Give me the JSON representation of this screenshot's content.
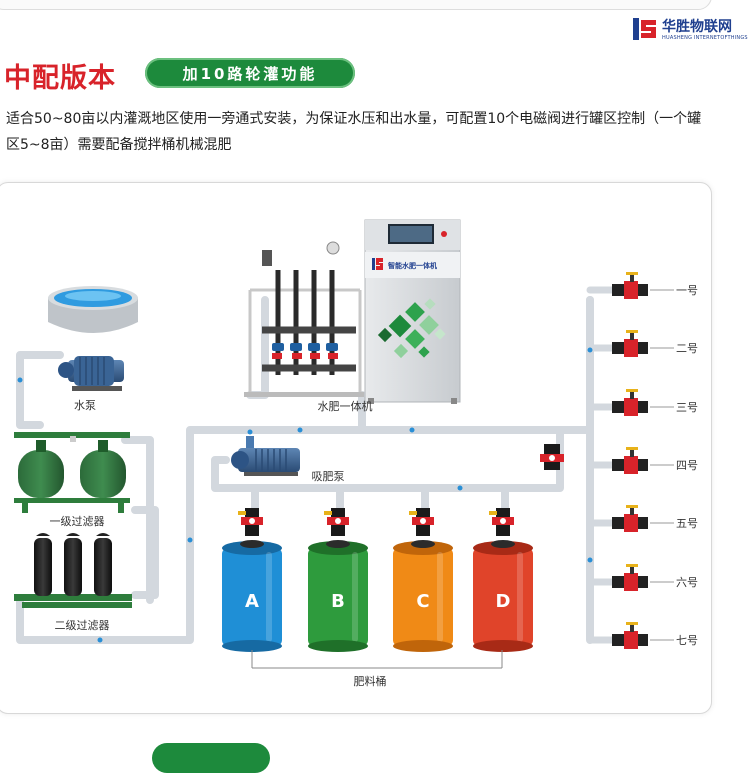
{
  "header": {
    "logo_cn": "华胜物联网",
    "logo_en": "HUASHENG INTERNETOFTHINGS",
    "title": "中配版本",
    "badge": "加10路轮灌功能",
    "description": "适合50~80亩以内灌溉地区使用一旁通式安装，为保证水压和出水量，可配置10个电磁阀进行罐区控制（一个罐区5~8亩）需要配备搅拌桶机械混肥"
  },
  "diagram": {
    "labels": {
      "pump": "水泵",
      "machine": "水肥一体机",
      "fert_pump": "吸肥泵",
      "filter1": "一级过滤器",
      "filter2": "二级过滤器",
      "buckets": "肥料桶"
    },
    "machine_brand": "智能水肥一体机",
    "tanks": [
      {
        "letter": "A",
        "color": "#1f8fd6",
        "dark": "#166aa3"
      },
      {
        "letter": "B",
        "color": "#2e9b3d",
        "dark": "#1f7029"
      },
      {
        "letter": "C",
        "color": "#f08a16",
        "dark": "#c0650a"
      },
      {
        "letter": "D",
        "color": "#e0442a",
        "dark": "#a82a16"
      }
    ],
    "outlets": [
      "一号",
      "二号",
      "三号",
      "四号",
      "五号",
      "六号",
      "七号"
    ]
  },
  "colors": {
    "accent_red": "#d8232a",
    "badge_green": "#1d8a3c",
    "pipe": "#dfe3e8",
    "flow": "#2a8fd6"
  }
}
